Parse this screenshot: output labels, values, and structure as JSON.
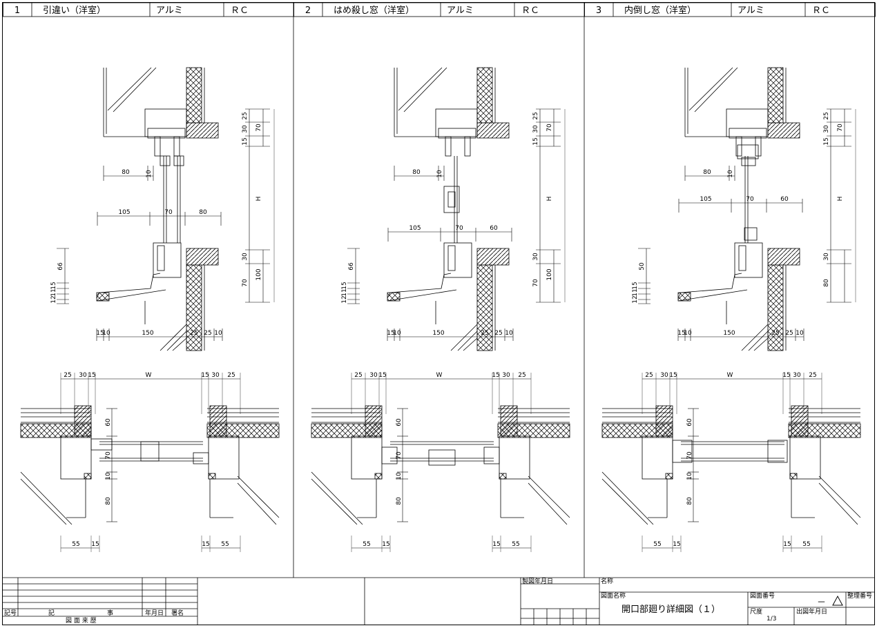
{
  "panels": [
    {
      "no": "1",
      "title": "引違い（洋室）",
      "material": "アルミ",
      "structure": "ＲＣ",
      "section_dims": {
        "head_right": [
          "25",
          "30",
          "70",
          "15"
        ],
        "h": "H",
        "sill_right": [
          "30",
          "70",
          "100"
        ],
        "left_small": "80",
        "left_small2": "10",
        "mid_row": [
          "105",
          "70",
          "80"
        ],
        "left_vert": [
          "66",
          "15",
          "11",
          "12"
        ],
        "bottom_row": [
          "15",
          "10",
          "150",
          "25",
          "25",
          "10"
        ]
      },
      "plan_dims": {
        "top": [
          "25",
          "30",
          "15",
          "W",
          "15",
          "30",
          "25"
        ],
        "side": [
          "60",
          "70",
          "10",
          "80"
        ],
        "bottom": [
          "55",
          "15",
          "15",
          "55"
        ]
      }
    },
    {
      "no": "2",
      "title": "はめ殺し窓（洋室）",
      "material": "アルミ",
      "structure": "ＲＣ",
      "section_dims": {
        "head_right": [
          "25",
          "30",
          "70",
          "15"
        ],
        "h": "H",
        "sill_right": [
          "30",
          "70",
          "100"
        ],
        "left_small": "80",
        "left_small2": "10",
        "mid_row": [
          "105",
          "70",
          "60"
        ],
        "left_vert": [
          "66",
          "15",
          "11",
          "12"
        ],
        "bottom_row": [
          "15",
          "10",
          "150",
          "25",
          "25",
          "10"
        ]
      },
      "plan_dims": {
        "top": [
          "25",
          "30",
          "15",
          "W",
          "15",
          "30",
          "25"
        ],
        "side": [
          "60",
          "70",
          "10",
          "80"
        ],
        "bottom": [
          "55",
          "15",
          "15",
          "55"
        ]
      }
    },
    {
      "no": "3",
      "title": "内倒し窓（洋室）",
      "material": "アルミ",
      "structure": "ＲＣ",
      "section_dims": {
        "head_right": [
          "25",
          "30",
          "70",
          "15"
        ],
        "h": "H",
        "sill_right": [
          "30",
          "80"
        ],
        "left_small": "80",
        "left_small2": "10",
        "mid_row": [
          "105",
          "70",
          "60"
        ],
        "left_vert": [
          "50",
          "15",
          "11",
          "12"
        ],
        "bottom_row": [
          "15",
          "10",
          "150",
          "25",
          "25",
          "10"
        ]
      },
      "plan_dims": {
        "top": [
          "25",
          "30",
          "15",
          "W",
          "15",
          "30",
          "25"
        ],
        "side": [
          "60",
          "70",
          "10",
          "80"
        ],
        "bottom": [
          "55",
          "15",
          "15",
          "55"
        ]
      }
    }
  ],
  "title_block": {
    "history_cols": [
      "記号",
      "記",
      "事",
      "年月日",
      "署名"
    ],
    "history_title": "図 面 来 歴",
    "drawing_date_label": "製図年月日",
    "name_label": "名称",
    "drawing_name_label": "図面名称",
    "drawing_name": "開口部廻り詳細図（１）",
    "drawing_no_label": "図面番号",
    "drawing_no": "－",
    "manage_no_label": "整理番号",
    "scale_label": "尺度",
    "scale": "1/3",
    "issue_date_label": "出図年月日"
  }
}
